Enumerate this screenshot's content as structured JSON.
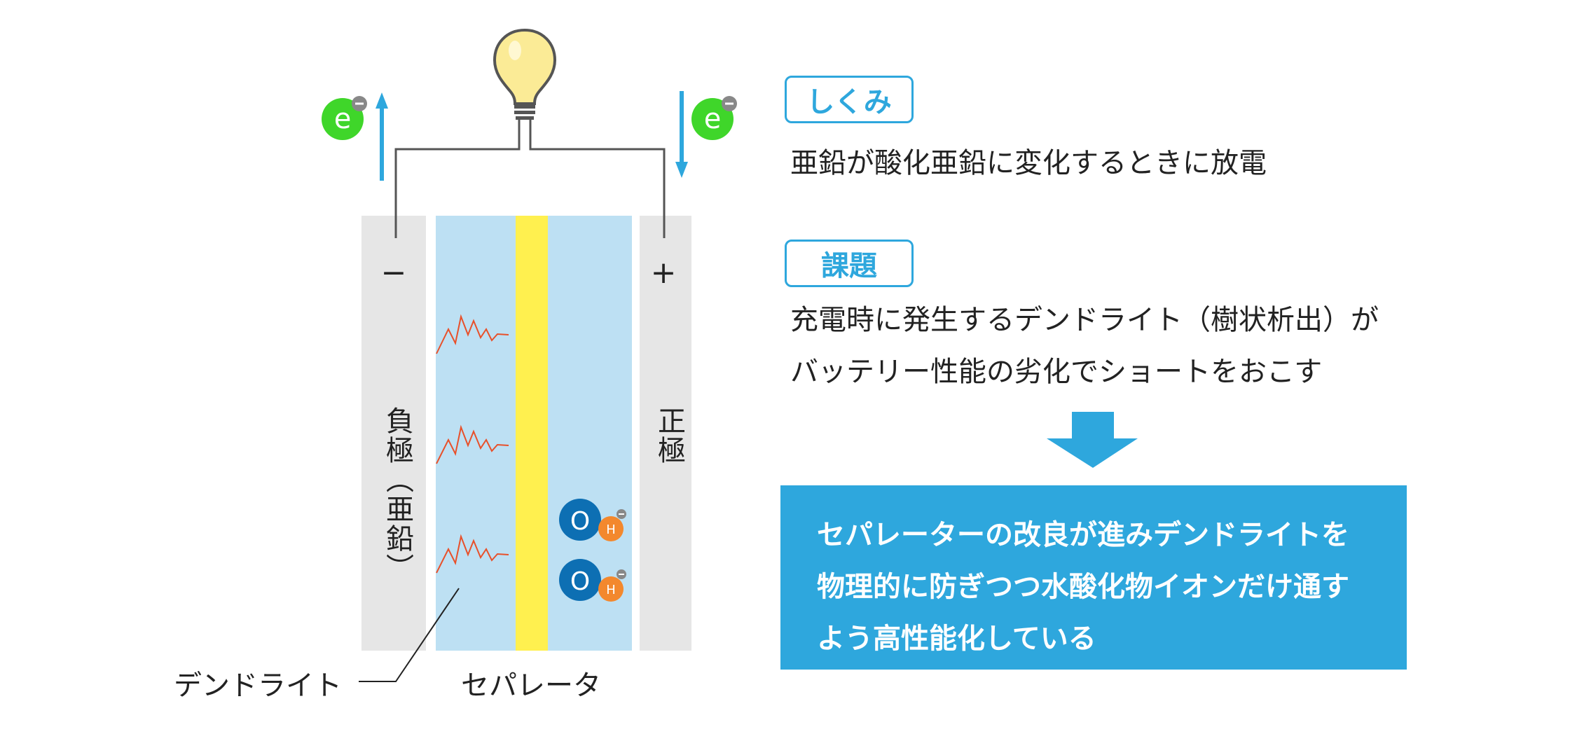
{
  "left": {
    "negative_sign": "−",
    "positive_sign": "+",
    "negative_label": "負極（亜鉛）",
    "positive_label": "正極",
    "electron_symbol": "e",
    "oh_o": "O",
    "oh_h": "H",
    "dendrite_label": "デンドライト",
    "separator_label": "セパレータ"
  },
  "right": {
    "mechanism_tag": "しくみ",
    "mechanism_text": "亜鉛が酸化亜鉛に変化するときに放電",
    "issue_tag": "課題",
    "issue_lines": [
      "充電時に発生するデンドライト（樹状析出）が",
      "バッテリー性能の劣化でショートをおこす"
    ],
    "result_lines": [
      "セパレーターの改良が進みデンドライトを",
      "物理的に防ぎつつ水酸化物イオンだけ通す",
      "よう高性能化している"
    ]
  },
  "colors": {
    "accent_blue": "#2ea7dd",
    "electrolyte": "#bde0f3",
    "separator_yellow": "#fff04f",
    "electrode_gray": "#e6e6e6",
    "electron_green": "#3fd62a",
    "dendrite_red": "#e8502a",
    "oxygen_blue": "#0d6fb3",
    "hydrogen_orange": "#f3882d",
    "bulb_yellow": "#fbeb96"
  },
  "icons": [
    "light-bulb-icon",
    "electron-icon",
    "arrow-up-icon",
    "arrow-down-icon",
    "hydroxide-ion-icon",
    "down-arrow-icon"
  ]
}
